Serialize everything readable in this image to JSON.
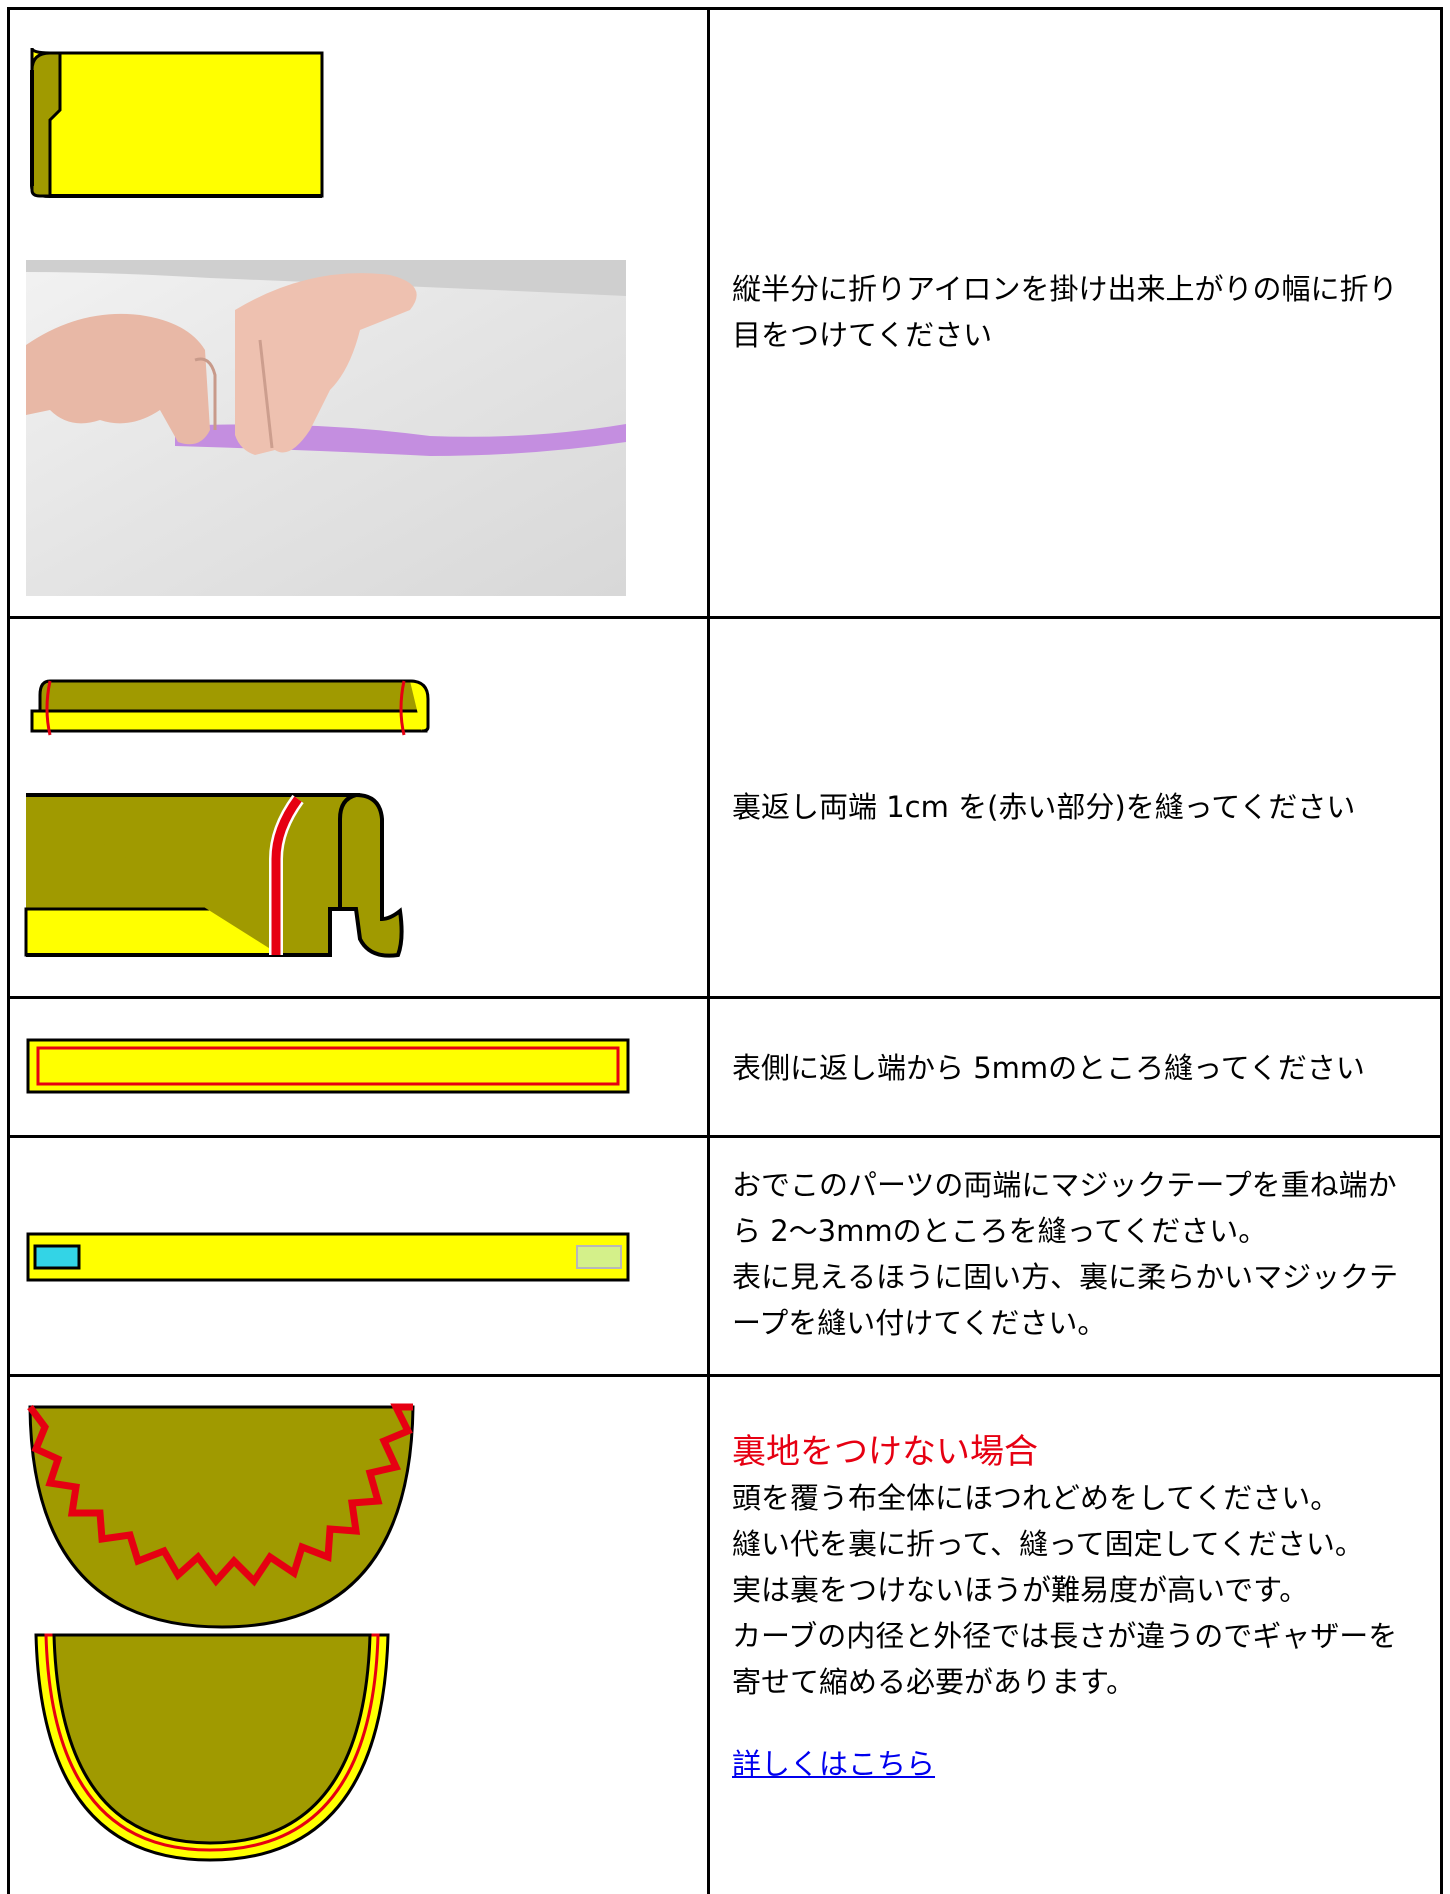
{
  "colors": {
    "yellow": "#ffff00",
    "olive": "#a09a00",
    "red": "#e60012",
    "cyan": "#33d4e6",
    "pale_green": "#d4f08a",
    "purple_tape": "#c48ee0",
    "link": "#0000ee"
  },
  "rows": [
    {
      "text": "縦半分に折りアイロンを掛け出来上がりの幅に折り目をつけてください",
      "images": [
        "folded-strip-diagram",
        "hands-folding-photo"
      ]
    },
    {
      "text": "裏返し両端 1cm を(赤い部分)を縫ってください",
      "images": [
        "strip-with-red-seams-diagram",
        "rolled-end-closeup-diagram"
      ]
    },
    {
      "text": "表側に返し端から 5mmのところ縫ってください",
      "images": [
        "topstitched-strip-diagram"
      ]
    },
    {
      "lines": [
        "おでこのパーツの両端にマジックテープを重ね端か",
        "ら 2〜3mmのところを縫ってください。",
        "表に見えるほうに固い方、裏に柔らかいマジックテ",
        "ープを縫い付けてください。"
      ],
      "images": [
        "strip-with-velcro-diagram"
      ]
    },
    {
      "heading": "裏地をつけない場合",
      "lines": [
        "頭を覆う布全体にほつれどめをしてください。",
        "縫い代を裏に折って、縫って固定してください。",
        "実は裏をつけないほうが難易度が高いです。",
        "カーブの内径と外径では長さが違うのでギャザーを",
        "寄せて縮める必要があります。"
      ],
      "link": "詳しくはこちら",
      "images": [
        "zigzag-semicircle-diagram",
        "hemmed-semicircle-diagram"
      ]
    }
  ]
}
